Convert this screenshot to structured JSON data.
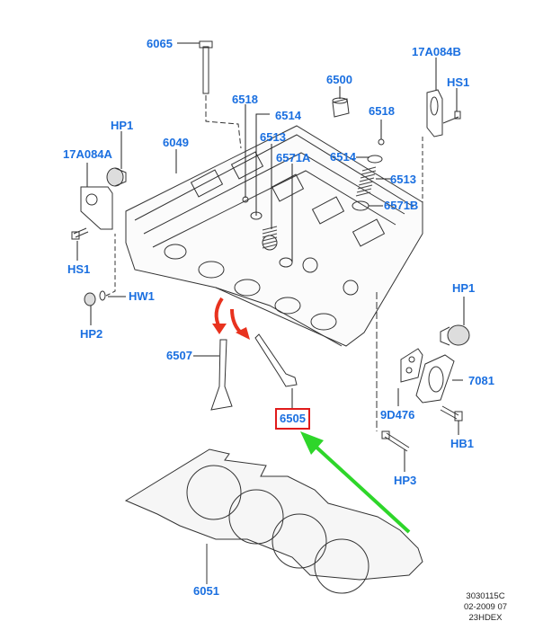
{
  "diagram": {
    "title": "Cylinder head exploded view",
    "highlight_color": "#e01b1b",
    "label_color": "#1a6fe0",
    "arrow_colors": {
      "red": "#e8321e",
      "green": "#2ed62a"
    },
    "labels": [
      {
        "id": "6065",
        "text": "6065"
      },
      {
        "id": "17A084B",
        "text": "17A084B"
      },
      {
        "id": "HS1_right",
        "text": "HS1"
      },
      {
        "id": "6500",
        "text": "6500"
      },
      {
        "id": "6518_left",
        "text": "6518"
      },
      {
        "id": "6514_left",
        "text": "6514"
      },
      {
        "id": "6513_left",
        "text": "6513"
      },
      {
        "id": "6571A",
        "text": "6571A"
      },
      {
        "id": "6518_right",
        "text": "6518"
      },
      {
        "id": "6514_right",
        "text": "6514"
      },
      {
        "id": "6513_right",
        "text": "6513"
      },
      {
        "id": "6571B",
        "text": "6571B"
      },
      {
        "id": "HP1_left",
        "text": "HP1"
      },
      {
        "id": "17A084A",
        "text": "17A084A"
      },
      {
        "id": "6049",
        "text": "6049"
      },
      {
        "id": "HS1_left",
        "text": "HS1"
      },
      {
        "id": "HW1",
        "text": "HW1"
      },
      {
        "id": "HP2",
        "text": "HP2"
      },
      {
        "id": "6507",
        "text": "6507"
      },
      {
        "id": "6505",
        "text": "6505",
        "highlighted": true
      },
      {
        "id": "HP1_right",
        "text": "HP1"
      },
      {
        "id": "7081",
        "text": "7081"
      },
      {
        "id": "9D476",
        "text": "9D476"
      },
      {
        "id": "HB1",
        "text": "HB1"
      },
      {
        "id": "HP3",
        "text": "HP3"
      },
      {
        "id": "6051",
        "text": "6051"
      }
    ],
    "footer": {
      "line1": "3030115C",
      "line2": "02-2009 07",
      "line3": "23HDEX"
    }
  }
}
